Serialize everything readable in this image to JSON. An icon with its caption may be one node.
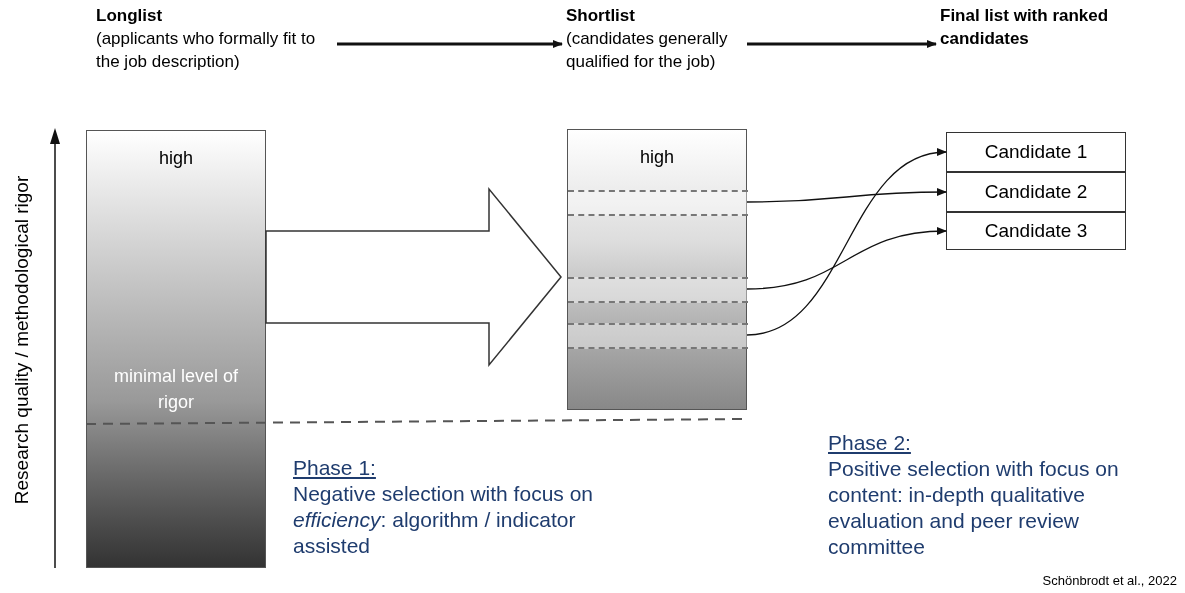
{
  "diagram": {
    "nodes": [
      {
        "text": [
          "Longlist",
          "(applicants who formally fit to the job description)"
        ]
      },
      {
        "text": [
          "Shortlist",
          "(candidates generally qualified for the job)"
        ]
      },
      {
        "text": [
          "Final list with ranked candidates"
        ]
      },
      {
        "text": [
          "high",
          "minimal level of rigor"
        ]
      },
      {
        "text": [
          "high"
        ]
      },
      {
        "text": [],
        "shape": "box",
        "in": 4
      },
      {
        "text": [],
        "shape": "box",
        "in": 4
      },
      {
        "text": [],
        "shape": "box",
        "in": 4
      },
      {
        "text": [
          "Candidate 1"
        ]
      },
      {
        "text": [
          "Candidate 2"
        ]
      },
      {
        "text": [
          "Candidate 3"
        ]
      }
    ],
    "edges": [
      {
        "from": 0,
        "to": 1,
        "arrow": "to"
      },
      {
        "from": 1,
        "to": 2,
        "arrow": "to"
      },
      {
        "from": 3,
        "to": 4,
        "arrow": "to",
        "style": "thick"
      },
      {
        "from": 5,
        "to": 9,
        "arrow": "to"
      },
      {
        "from": 6,
        "to": 10,
        "arrow": "to"
      },
      {
        "from": 7,
        "to": 8,
        "arrow": "to"
      }
    ],
    "labels": [
      "Research quality / methodological rigor",
      "Phase 1:",
      "Negative selection with focus on *efficiency*: algorithm / indicator assisted",
      "Phase 2:",
      "Positive selection with focus on content: in-depth qualitative evaluation and peer review committee",
      "Schönbrodt et al., 2022"
    ]
  }
}
